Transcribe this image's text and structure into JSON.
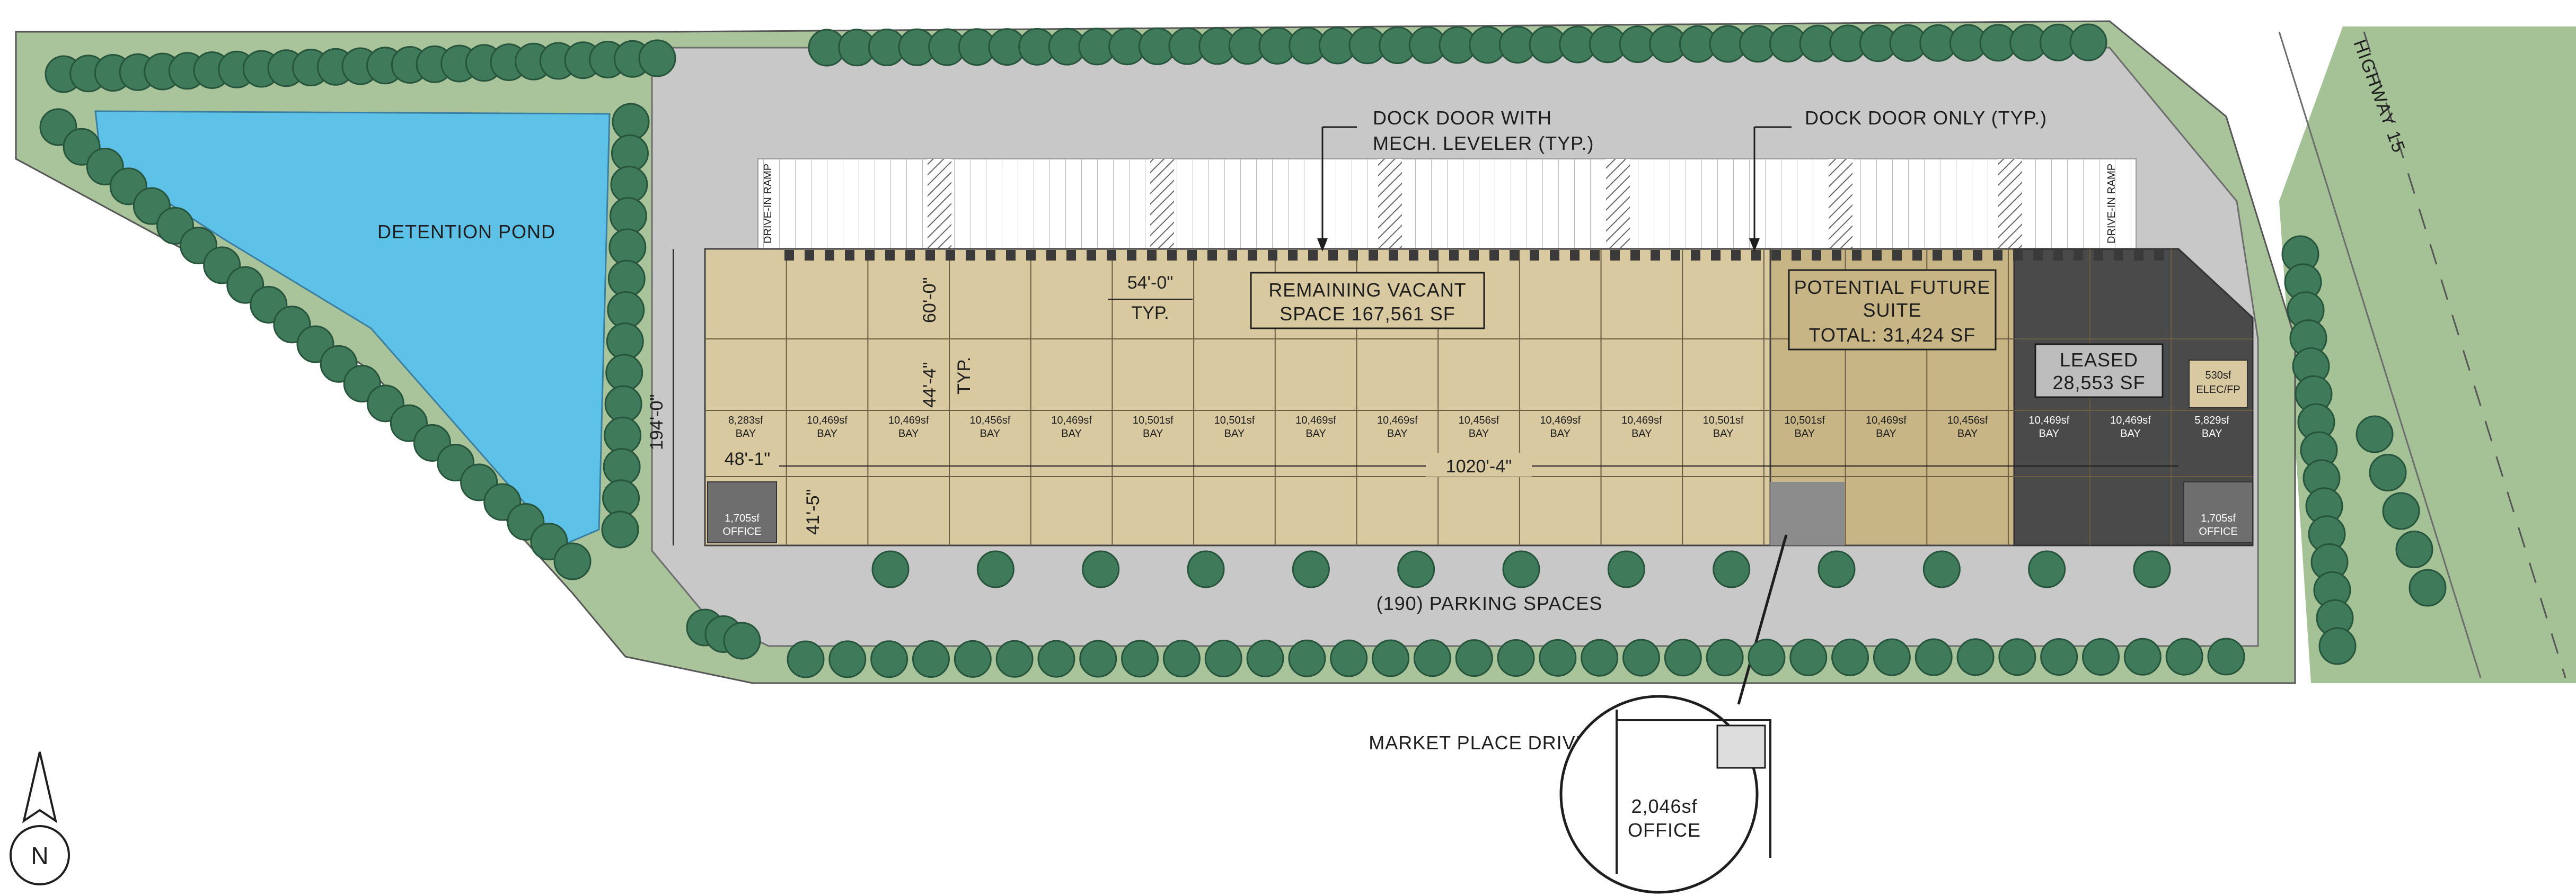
{
  "labels": {
    "detention_pond": "DETENTION POND",
    "dock_leveler": "DOCK DOOR WITH",
    "dock_leveler_2": "MECH. LEVELER (TYP.)",
    "dock_only": "DOCK DOOR ONLY (TYP.)",
    "highway": "HIGHWAY 15",
    "parking": "(190) PARKING SPACES",
    "market_drive": "MARKET PLACE DRIVE",
    "north": "N",
    "drive_in_ramp": "DRIVE-IN RAMP"
  },
  "building": {
    "vacant_line1": "REMAINING VACANT",
    "vacant_line2": "SPACE 167,561 SF",
    "future_line1": "POTENTIAL FUTURE",
    "future_line2": "SUITE",
    "future_total": "TOTAL: 31,424 SF",
    "leased_line1": "LEASED",
    "leased_line2": "28,553 SF",
    "office_left_sf": "1,705sf",
    "office_left_label": "OFFICE",
    "office_right_sf": "1,705sf",
    "office_right_label": "OFFICE",
    "elec_sf": "530sf",
    "elec_label": "ELEC/FP",
    "bay_word": "BAY",
    "bays": [
      "8,283sf",
      "10,469sf",
      "10,469sf",
      "10,456sf",
      "10,469sf",
      "10,501sf",
      "10,501sf",
      "10,469sf",
      "10,469sf",
      "10,456sf",
      "10,469sf",
      "10,469sf",
      "10,501sf",
      "10,501sf",
      "10,469sf",
      "10,456sf",
      "10,469sf",
      "10,469sf",
      "5,829sf"
    ]
  },
  "dimensions": {
    "depth": "194'-0\"",
    "length": "1020'-4\"",
    "bay_width": "54'-0\"",
    "bay_width_typ": "TYP.",
    "dock_depth": "60'-0\"",
    "mid_depth": "44'-4\"",
    "mid_depth_typ": "TYP.",
    "end_bay": "48'-1\"",
    "office_depth": "41'-5\""
  },
  "callout": {
    "area": "2,046sf",
    "label": "OFFICE"
  },
  "colors": {
    "vacant": "#d8c9a0",
    "future": "#c8b585",
    "leased": "#4a4a4a",
    "pond": "#5ec1e8",
    "pavement": "#c8c8c8",
    "landscape": "#a9c49a",
    "tree": "#3f7b5a",
    "highway_verge": "#a4c295"
  }
}
